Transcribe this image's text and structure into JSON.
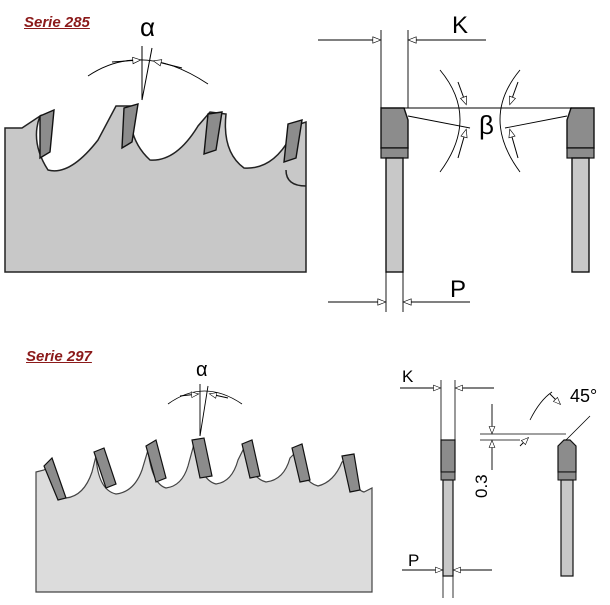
{
  "series": [
    {
      "label": "Serie 285"
    },
    {
      "label": "Serie 297"
    }
  ],
  "labels_285": {
    "alpha": "α",
    "beta": "β",
    "k": "K",
    "p": "P"
  },
  "labels_297": {
    "alpha": "α",
    "k": "K",
    "p": "P",
    "angle": "45°",
    "offset": "0.3"
  },
  "colors": {
    "blade": "#c8c8c8",
    "tooth": "#8c8c8c",
    "title": "#8b1a1a"
  }
}
